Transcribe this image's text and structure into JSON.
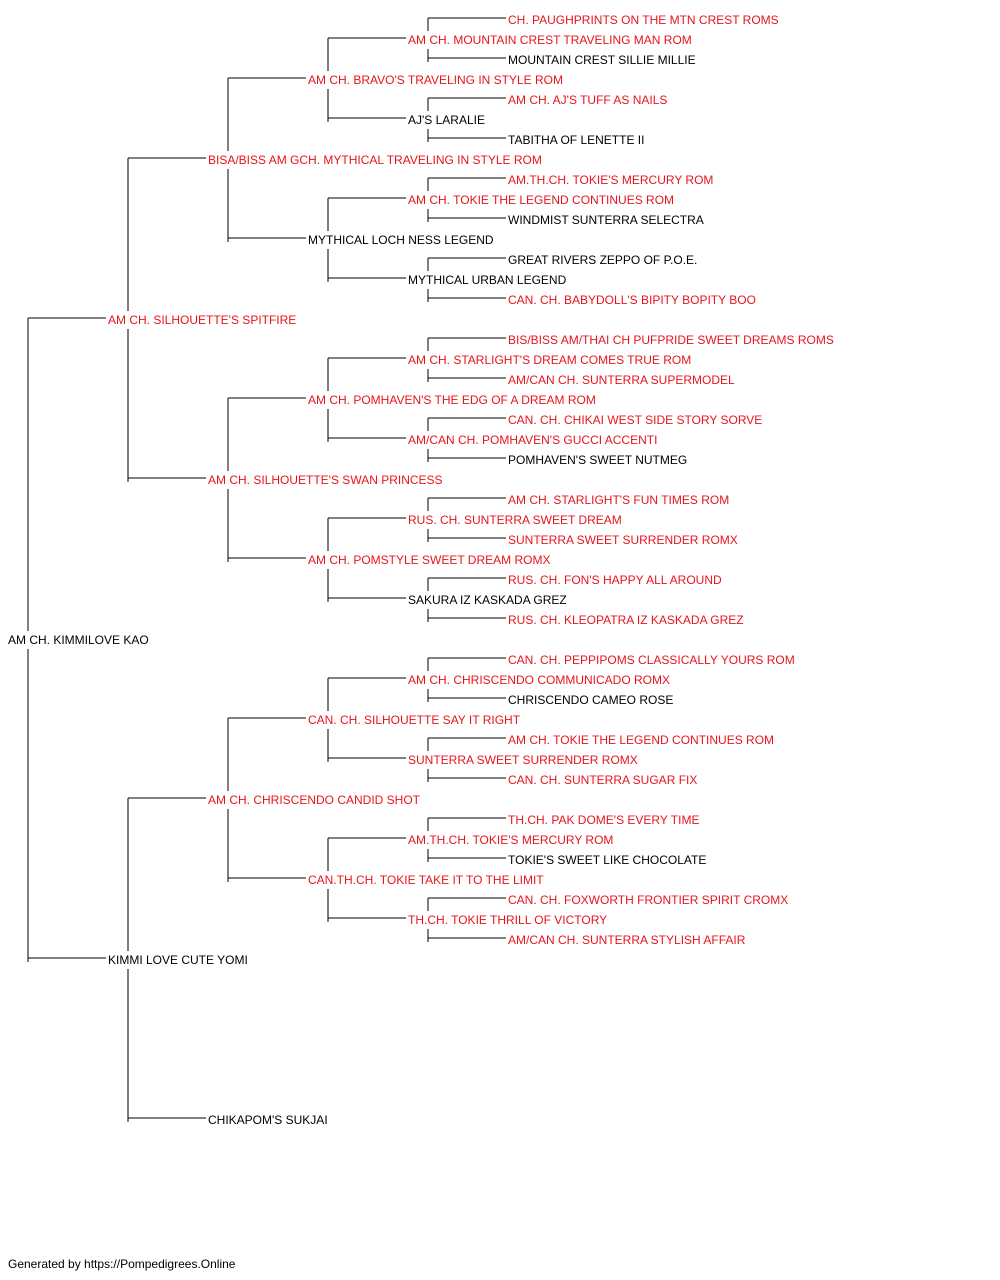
{
  "colors": {
    "champion": "#e8141c",
    "normal": "#000000",
    "line": "#000000"
  },
  "pedigree": {
    "name": "AM CH. KIMMILOVE KAO",
    "red": false,
    "sire": {
      "name": "AM CH. SILHOUETTE'S SPITFIRE",
      "red": true,
      "sire": {
        "name": "BISA/BISS AM GCH. MYTHICAL TRAVELING IN STYLE ROM",
        "red": true,
        "sire": {
          "name": "AM CH. BRAVO'S TRAVELING IN STYLE ROM",
          "red": true,
          "sire": {
            "name": "AM CH. MOUNTAIN CREST TRAVELING MAN ROM",
            "red": true,
            "sire": {
              "name": "CH. PAUGHPRINTS ON THE MTN CREST ROMS",
              "red": true
            },
            "dam": {
              "name": "MOUNTAIN CREST SILLIE MILLIE",
              "red": false
            }
          },
          "dam": {
            "name": "AJ'S LARALIE",
            "red": false,
            "sire": {
              "name": "AM CH. AJ'S TUFF AS NAILS",
              "red": true
            },
            "dam": {
              "name": "TABITHA OF LENETTE II",
              "red": false
            }
          }
        },
        "dam": {
          "name": "MYTHICAL LOCH NESS LEGEND",
          "red": false,
          "sire": {
            "name": "AM CH. TOKIE THE LEGEND CONTINUES ROM",
            "red": true,
            "sire": {
              "name": "AM.TH.CH. TOKIE'S MERCURY ROM",
              "red": true
            },
            "dam": {
              "name": "WINDMIST SUNTERRA SELECTRA",
              "red": false
            }
          },
          "dam": {
            "name": "MYTHICAL URBAN LEGEND",
            "red": false,
            "sire": {
              "name": "GREAT RIVERS ZEPPO OF P.O.E.",
              "red": false
            },
            "dam": {
              "name": "CAN. CH. BABYDOLL'S BIPITY BOPITY BOO",
              "red": true
            }
          }
        }
      },
      "dam": {
        "name": "AM CH. SILHOUETTE'S SWAN PRINCESS",
        "red": true,
        "sire": {
          "name": "AM CH. POMHAVEN'S THE EDG OF A DREAM ROM",
          "red": true,
          "sire": {
            "name": "AM CH. STARLIGHT'S DREAM COMES TRUE ROM",
            "red": true,
            "sire": {
              "name": "BIS/BISS AM/THAI CH PUFPRIDE SWEET DREAMS ROMS",
              "red": true
            },
            "dam": {
              "name": "AM/CAN CH. SUNTERRA SUPERMODEL",
              "red": true
            }
          },
          "dam": {
            "name": "AM/CAN CH. POMHAVEN'S GUCCI ACCENTI",
            "red": true,
            "sire": {
              "name": "CAN. CH. CHIKAI WEST SIDE STORY SORVE",
              "red": true
            },
            "dam": {
              "name": "POMHAVEN'S SWEET NUTMEG",
              "red": false
            }
          }
        },
        "dam": {
          "name": "AM CH. POMSTYLE SWEET DREAM ROMX",
          "red": true,
          "sire": {
            "name": "RUS. CH. SUNTERRA SWEET DREAM",
            "red": true,
            "sire": {
              "name": "AM CH. STARLIGHT'S FUN TIMES ROM",
              "red": true
            },
            "dam": {
              "name": "SUNTERRA SWEET SURRENDER ROMX",
              "red": true
            }
          },
          "dam": {
            "name": "SAKURA IZ KASKADA GREZ",
            "red": false,
            "sire": {
              "name": "RUS. CH. FON'S HAPPY ALL AROUND",
              "red": true
            },
            "dam": {
              "name": "RUS. CH. KLEOPATRA IZ KASKADA GREZ",
              "red": true
            }
          }
        }
      }
    },
    "dam": {
      "name": "KIMMI LOVE CUTE YOMI",
      "red": false,
      "sire": {
        "name": "AM CH. CHRISCENDO CANDID SHOT",
        "red": true,
        "sire": {
          "name": "CAN. CH. SILHOUETTE SAY IT RIGHT",
          "red": true,
          "sire": {
            "name": "AM CH. CHRISCENDO COMMUNICADO ROMX",
            "red": true,
            "sire": {
              "name": "CAN. CH. PEPPIPOMS CLASSICALLY YOURS ROM",
              "red": true
            },
            "dam": {
              "name": "CHRISCENDO CAMEO ROSE",
              "red": false
            }
          },
          "dam": {
            "name": "SUNTERRA SWEET SURRENDER ROMX",
            "red": true,
            "sire": {
              "name": "AM CH. TOKIE THE LEGEND CONTINUES ROM",
              "red": true
            },
            "dam": {
              "name": "CAN. CH. SUNTERRA SUGAR FIX",
              "red": true
            }
          }
        },
        "dam": {
          "name": "CAN.TH.CH. TOKIE TAKE IT TO THE LIMIT",
          "red": true,
          "sire": {
            "name": "AM.TH.CH. TOKIE'S MERCURY ROM",
            "red": true,
            "sire": {
              "name": "TH.CH. PAK DOME'S EVERY TIME",
              "red": true
            },
            "dam": {
              "name": "TOKIE'S SWEET LIKE CHOCOLATE",
              "red": false
            }
          },
          "dam": {
            "name": "TH.CH. TOKIE THRILL OF VICTORY",
            "red": true,
            "sire": {
              "name": "CAN. CH. FOXWORTH FRONTIER SPIRIT CROMX",
              "red": true
            },
            "dam": {
              "name": "AM/CAN CH. SUNTERRA STYLISH AFFAIR",
              "red": true
            }
          }
        }
      },
      "dam": {
        "name": "CHIKAPOM'S SUKJAI",
        "red": false
      }
    }
  },
  "footer": {
    "text": "Generated by https://Pompedigrees.Online"
  }
}
